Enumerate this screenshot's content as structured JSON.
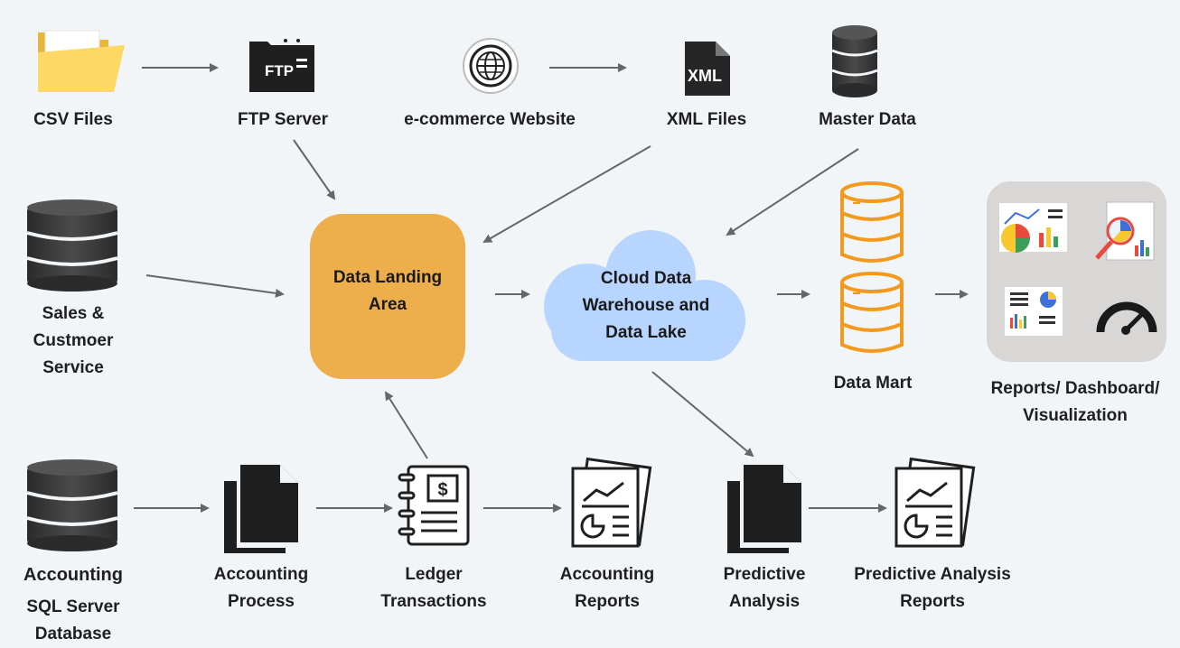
{
  "nodes": {
    "csv": {
      "label": "CSV Files",
      "icon": "folder-icon"
    },
    "ftp": {
      "label": "FTP Server",
      "icon": "ftp-server-icon",
      "icon_text": "FTP"
    },
    "ecommerce": {
      "label": "e-commerce Website",
      "icon": "globe-icon"
    },
    "xml": {
      "label": "XML Files",
      "icon": "xml-file-icon",
      "icon_text": "XML"
    },
    "master": {
      "label": "Master Data",
      "icon": "database-icon"
    },
    "sales": {
      "lines": [
        "Sales &",
        "Custmoer",
        "Service"
      ],
      "icon": "database-icon"
    },
    "landing": {
      "lines": [
        "Data Landing",
        "Area"
      ],
      "color": "#eeae4c"
    },
    "cloud": {
      "lines": [
        "Cloud Data",
        "Warehouse and",
        "Data Lake"
      ],
      "color": "#b8d5ff"
    },
    "mart": {
      "label": "Data Mart",
      "icon": "database-icon",
      "color": "#f39a1e"
    },
    "reports": {
      "lines": [
        "Reports/ Dashboard/",
        "Visualization"
      ],
      "icons": [
        "chart-combo-icon",
        "magnifier-chart-icon",
        "dashboard-report-icon",
        "speedometer-icon"
      ]
    },
    "accounting": {
      "title": "Accounting",
      "lines": [
        "SQL Server",
        "Database"
      ],
      "icon": "database-icon"
    },
    "acc_process": {
      "lines": [
        "Accounting",
        "Process"
      ],
      "icon": "documents-icon"
    },
    "ledger": {
      "lines": [
        "Ledger",
        "Transactions"
      ],
      "icon": "ledger-icon",
      "icon_text": "$"
    },
    "acc_reports": {
      "lines": [
        "Accounting",
        "Reports"
      ],
      "icon": "report-chart-icon"
    },
    "predictive": {
      "lines": [
        "Predictive",
        "Analysis"
      ],
      "icon": "documents-icon"
    },
    "pred_reports": {
      "lines": [
        "Predictive Analysis",
        "Reports"
      ],
      "icon": "report-chart-icon"
    }
  },
  "colors": {
    "background": "#f1f5f8",
    "arrow": "#666666",
    "dark_icon": "#222222",
    "panel": "#d9d6d6"
  }
}
